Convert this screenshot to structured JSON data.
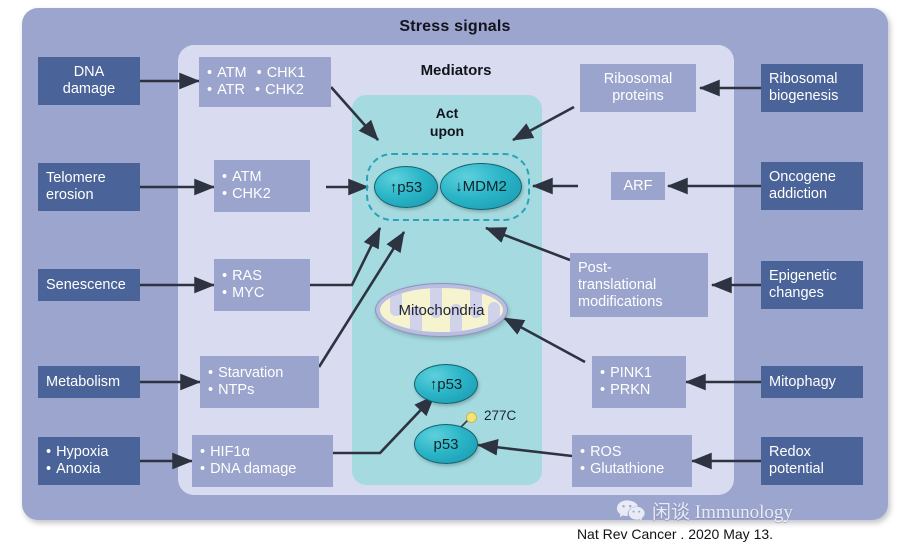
{
  "figure": {
    "stress_title": "Stress signals",
    "mediators_title": "Mediators",
    "act_upon_line1": "Act",
    "act_upon_line2": "upon",
    "caption": "Nat Rev Cancer . 2020 May 13.",
    "watermark": "闲谈 Immunology"
  },
  "colors": {
    "outer_panel": "#9ba5cd",
    "mediators_panel": "#d9dcf0",
    "act_panel": "#a5dbe0",
    "stress_box": "#4a6398",
    "mediator_box": "#9aa4cc",
    "oval_teal": "#2bb6c8",
    "dashed_border": "#2aa3b8",
    "arrow": "#2d3340",
    "mitochondria_fill": "#f6f3cf",
    "marker_277c": "#f2e47a"
  },
  "stress_signals": [
    {
      "id": "dna-damage",
      "lines": [
        "DNA",
        "damage"
      ],
      "bulleted": false
    },
    {
      "id": "telomere-erosion",
      "lines": [
        "Telomere",
        "erosion"
      ],
      "bulleted": false
    },
    {
      "id": "senescence",
      "lines": [
        "Senescence"
      ],
      "bulleted": false
    },
    {
      "id": "metabolism",
      "lines": [
        "Metabolism"
      ],
      "bulleted": false
    },
    {
      "id": "hypoxia-anoxia",
      "lines": [
        "Hypoxia",
        "Anoxia"
      ],
      "bulleted": true
    }
  ],
  "stress_signals_right": [
    {
      "id": "ribosomal-biogenesis",
      "lines": [
        "Ribosomal",
        "biogenesis"
      ],
      "bulleted": false
    },
    {
      "id": "oncogene-addiction",
      "lines": [
        "Oncogene",
        "addiction"
      ],
      "bulleted": false
    },
    {
      "id": "epigenetic-changes",
      "lines": [
        "Epigenetic",
        "changes"
      ],
      "bulleted": false
    },
    {
      "id": "mitophagy",
      "lines": [
        "Mitophagy"
      ],
      "bulleted": false
    },
    {
      "id": "redox-potential",
      "lines": [
        "Redox",
        "potential"
      ],
      "bulleted": false
    }
  ],
  "mediators_left": [
    {
      "id": "atm-atr-chk1-chk2",
      "col1": [
        "ATM",
        "ATR"
      ],
      "col2": [
        "CHK1",
        "CHK2"
      ],
      "bulleted": true
    },
    {
      "id": "atm-chk2",
      "lines": [
        "ATM",
        "CHK2"
      ],
      "bulleted": true
    },
    {
      "id": "ras-myc",
      "lines": [
        "RAS",
        "MYC"
      ],
      "bulleted": true
    },
    {
      "id": "starvation-ntps",
      "lines": [
        "Starvation",
        "NTPs"
      ],
      "bulleted": true
    },
    {
      "id": "hif1a-dna-damage",
      "lines": [
        "HIF1α",
        "DNA damage"
      ],
      "bulleted": true
    }
  ],
  "mediators_right": [
    {
      "id": "ribosomal-proteins",
      "lines": [
        "Ribosomal",
        "proteins"
      ],
      "bulleted": false
    },
    {
      "id": "arf",
      "lines": [
        "ARF"
      ],
      "bulleted": false
    },
    {
      "id": "post-translational-modifications",
      "lines": [
        "Post-",
        "translational",
        "modifications"
      ],
      "bulleted": false
    },
    {
      "id": "pink1-prkn",
      "lines": [
        "PINK1",
        "PRKN"
      ],
      "bulleted": true
    },
    {
      "id": "ros-glutathione",
      "lines": [
        "ROS",
        "Glutathione"
      ],
      "bulleted": true
    }
  ],
  "targets": {
    "p53_up": "↑p53",
    "mdm2_down": "↓MDM2",
    "mitochondria": "Mitochondria",
    "p53_up_mito": "↑p53",
    "p53_plain": "p53",
    "marker_label": "277C"
  }
}
